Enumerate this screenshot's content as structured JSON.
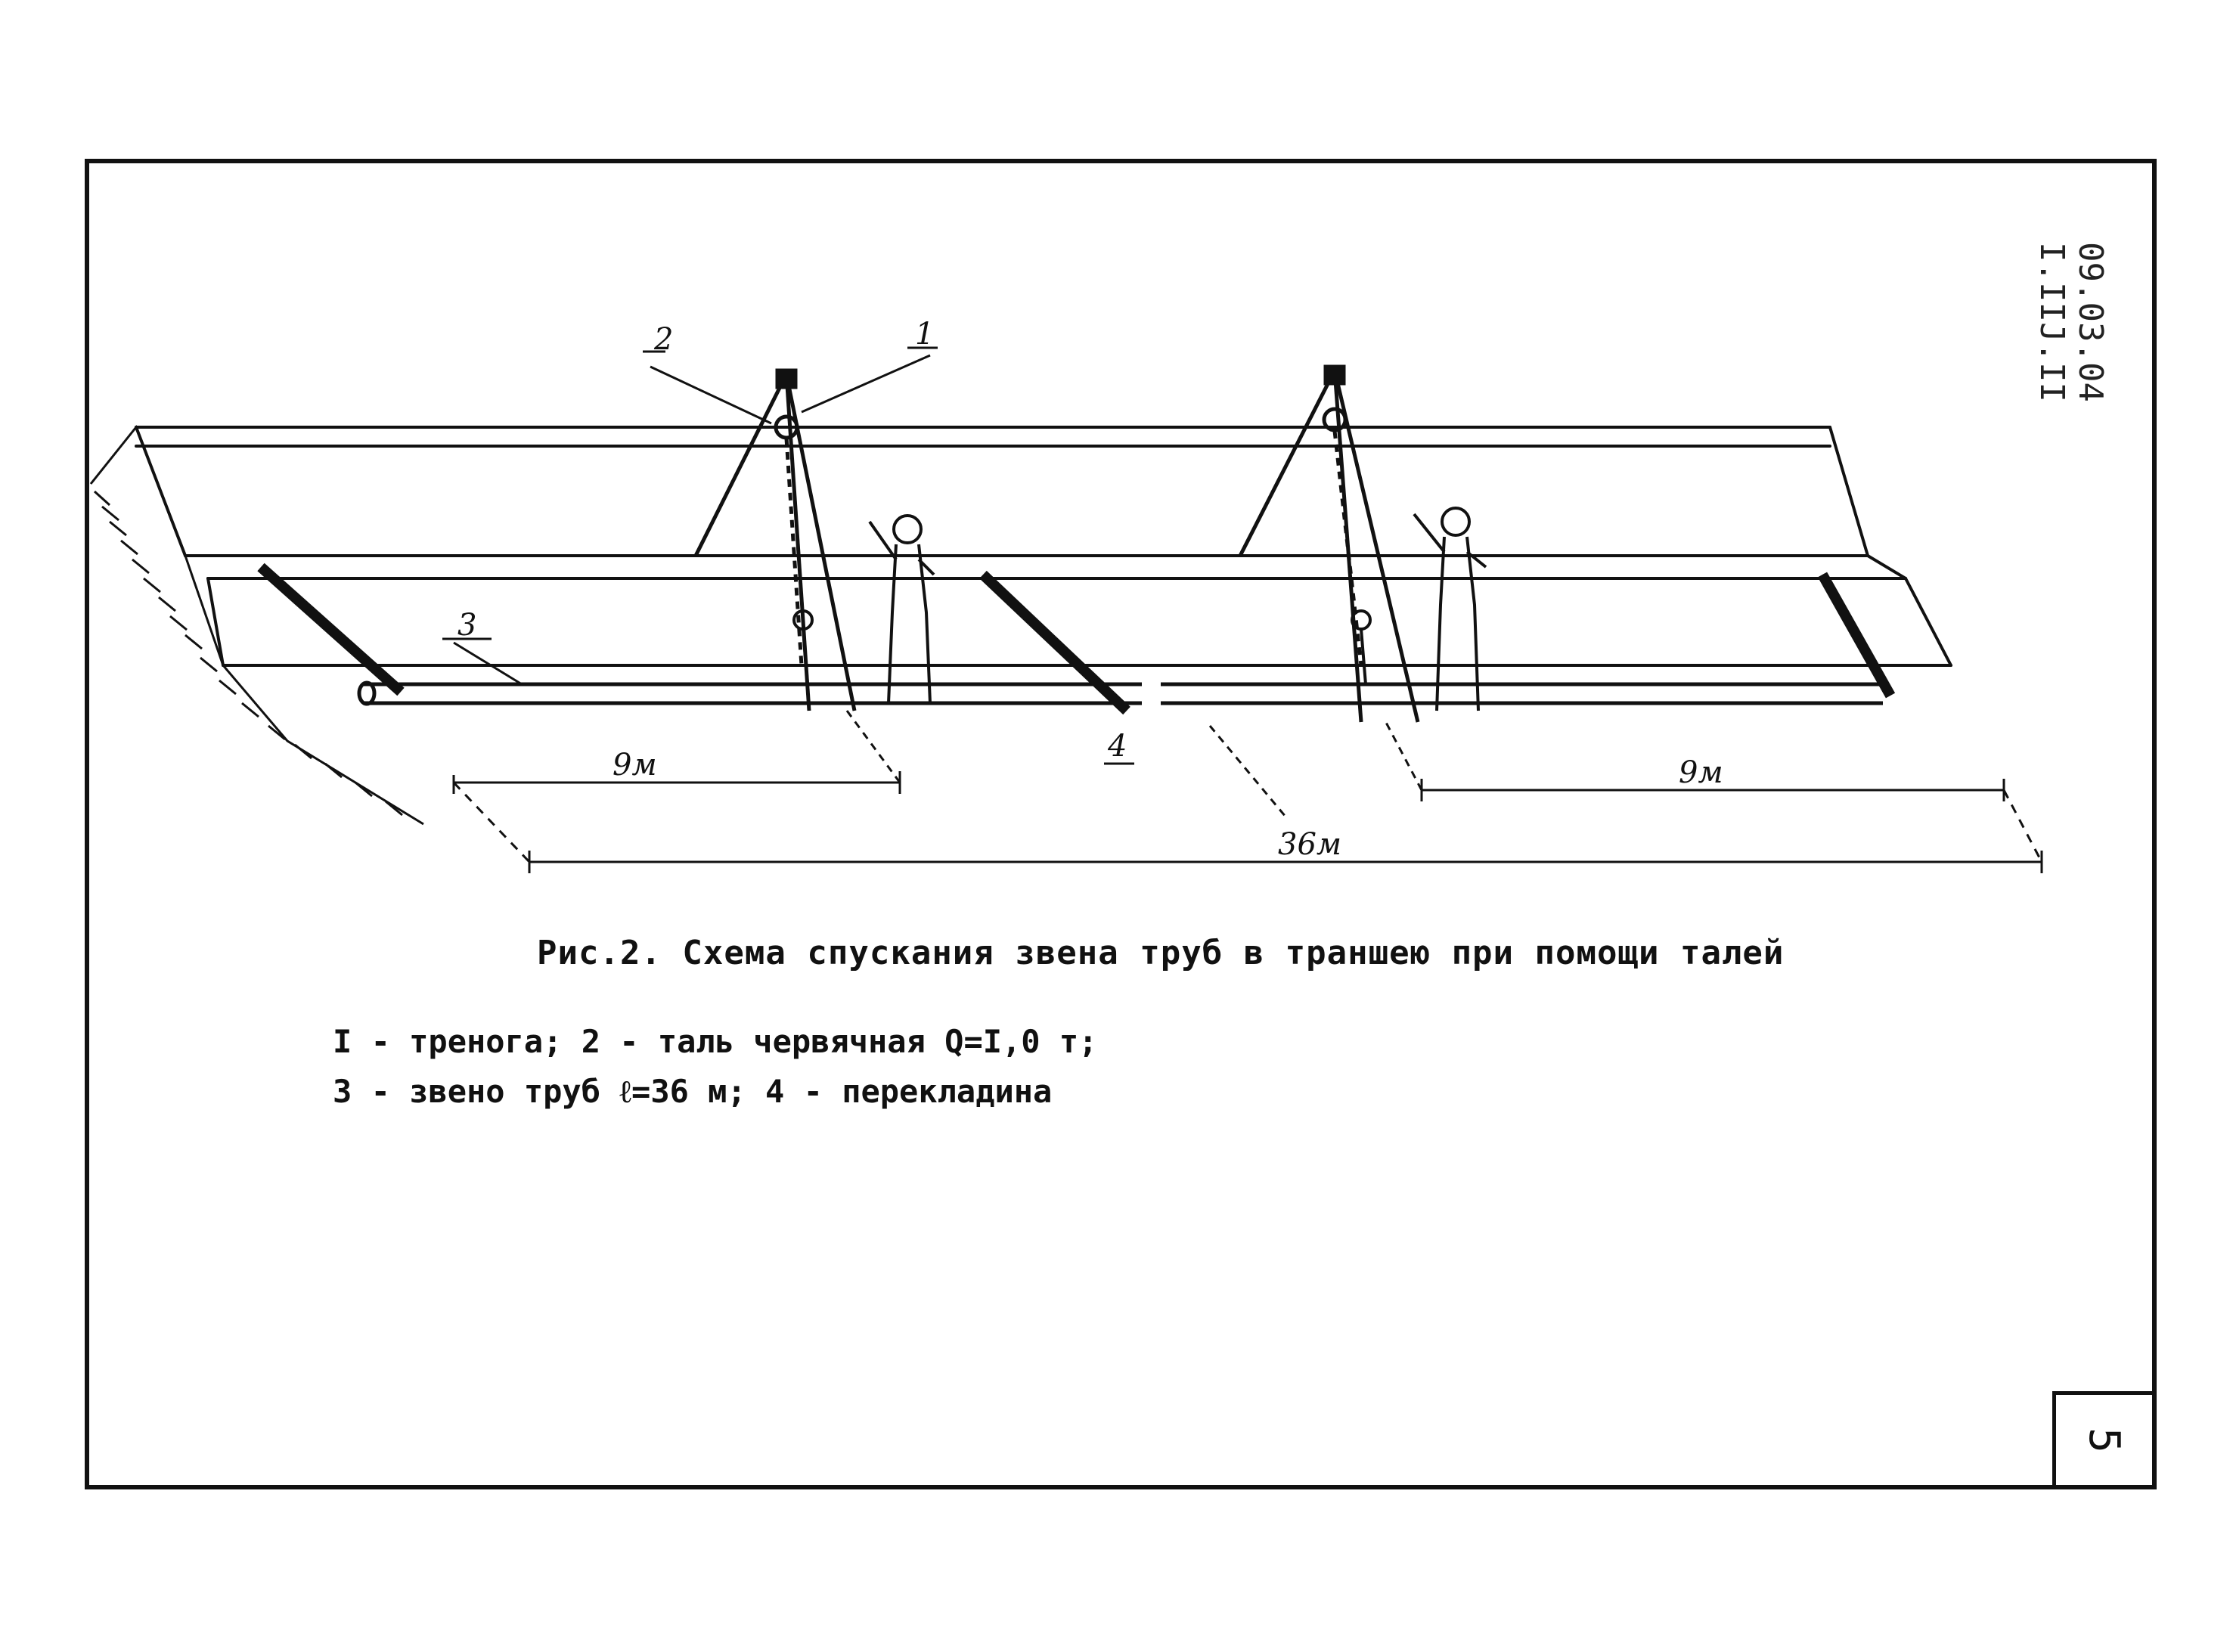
{
  "document": {
    "side_code_line1": "09.03.04",
    "side_code_line2": "I.IIJ.II",
    "page_number": "5"
  },
  "figure": {
    "callouts": {
      "label_1": "1",
      "label_2": "2",
      "label_3": "3",
      "label_4": "4"
    },
    "dimensions": {
      "left_span": "9м",
      "right_span": "9м",
      "total_span": "36м"
    },
    "caption": "Рис.2. Схема спускания звена труб в траншею при помощи талей",
    "legend_line1": "I - тренога; 2 - таль червячная  Q=I,0 т;",
    "legend_line2": "3 - звено труб ℓ=36 м; 4 - перекладина"
  }
}
